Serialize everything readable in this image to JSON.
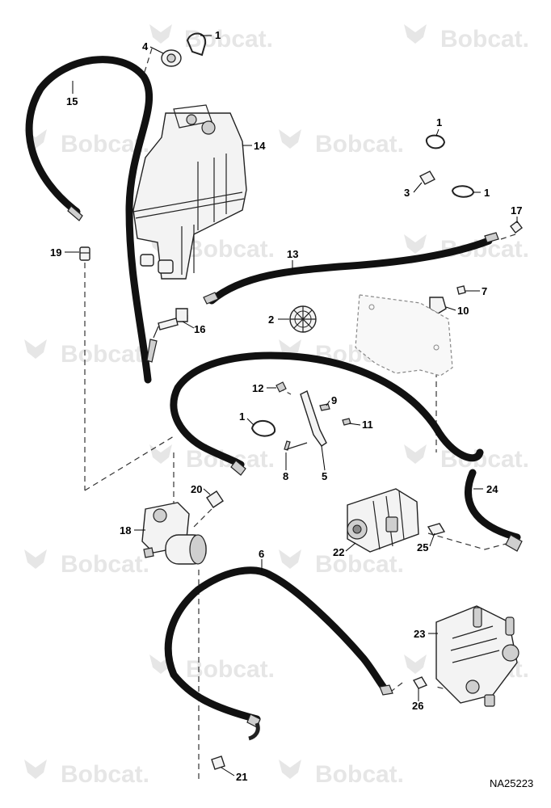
{
  "brand": {
    "watermark_text": "Bobcat."
  },
  "figure": {
    "reference_id": "NA25223"
  },
  "callouts": {
    "c1a": "1",
    "c4": "4",
    "c15": "15",
    "c14": "14",
    "c1b": "1",
    "c3": "3",
    "c1c": "1",
    "c17": "17",
    "c19": "19",
    "c13": "13",
    "c7": "7",
    "c10": "10",
    "c2": "2",
    "c16": "16",
    "c12": "12",
    "c9": "9",
    "c1d": "1",
    "c11": "11",
    "c8": "8",
    "c5": "5",
    "c24": "24",
    "c20": "20",
    "c18": "18",
    "c22": "22",
    "c25": "25",
    "c6": "6",
    "c23": "23",
    "c26": "26",
    "c21": "21"
  },
  "colors": {
    "line": "#111111",
    "watermark": "#e6e6e6",
    "background": "#ffffff"
  }
}
